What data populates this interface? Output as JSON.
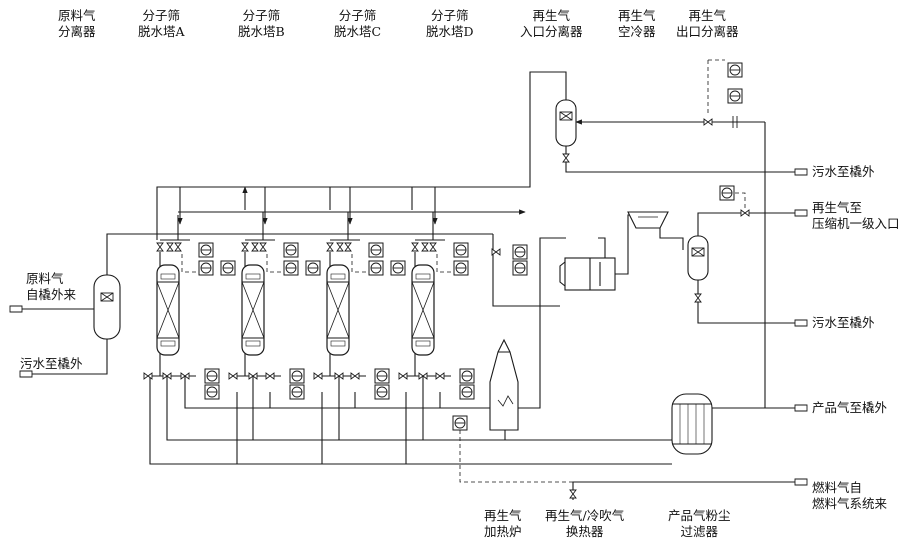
{
  "labels": {
    "feed_separator": [
      "原料气",
      "分离器"
    ],
    "tower_a": [
      "分子筛",
      "脱水塔A"
    ],
    "tower_b": [
      "分子筛",
      "脱水塔B"
    ],
    "tower_c": [
      "分子筛",
      "脱水塔C"
    ],
    "tower_d": [
      "分子筛",
      "脱水塔D"
    ],
    "regen_inlet_sep": [
      "再生气",
      "入口分离器"
    ],
    "regen_air_cooler": [
      "再生气",
      "空冷器"
    ],
    "regen_outlet_sep": [
      "再生气",
      "出口分离器"
    ],
    "feed_in": [
      "原料气",
      "自橇外来"
    ],
    "wastewater_1": "污水至橇外",
    "wastewater_2": "污水至橇外",
    "wastewater_3": "污水至橇外",
    "regen_to_compressor": [
      "再生气至",
      "压缩机一级入口"
    ],
    "product_out": "产品气至橇外",
    "fuel_in": [
      "燃料气自",
      "燃料气系统来"
    ],
    "regen_heater": [
      "再生气",
      "加热炉"
    ],
    "regen_exchanger": [
      "再生气/冷吹气",
      "换热器"
    ],
    "dust_filter": [
      "产品气粉尘",
      "过滤器"
    ]
  },
  "colors": {
    "line": "#1a1a1a",
    "background": "#ffffff"
  }
}
